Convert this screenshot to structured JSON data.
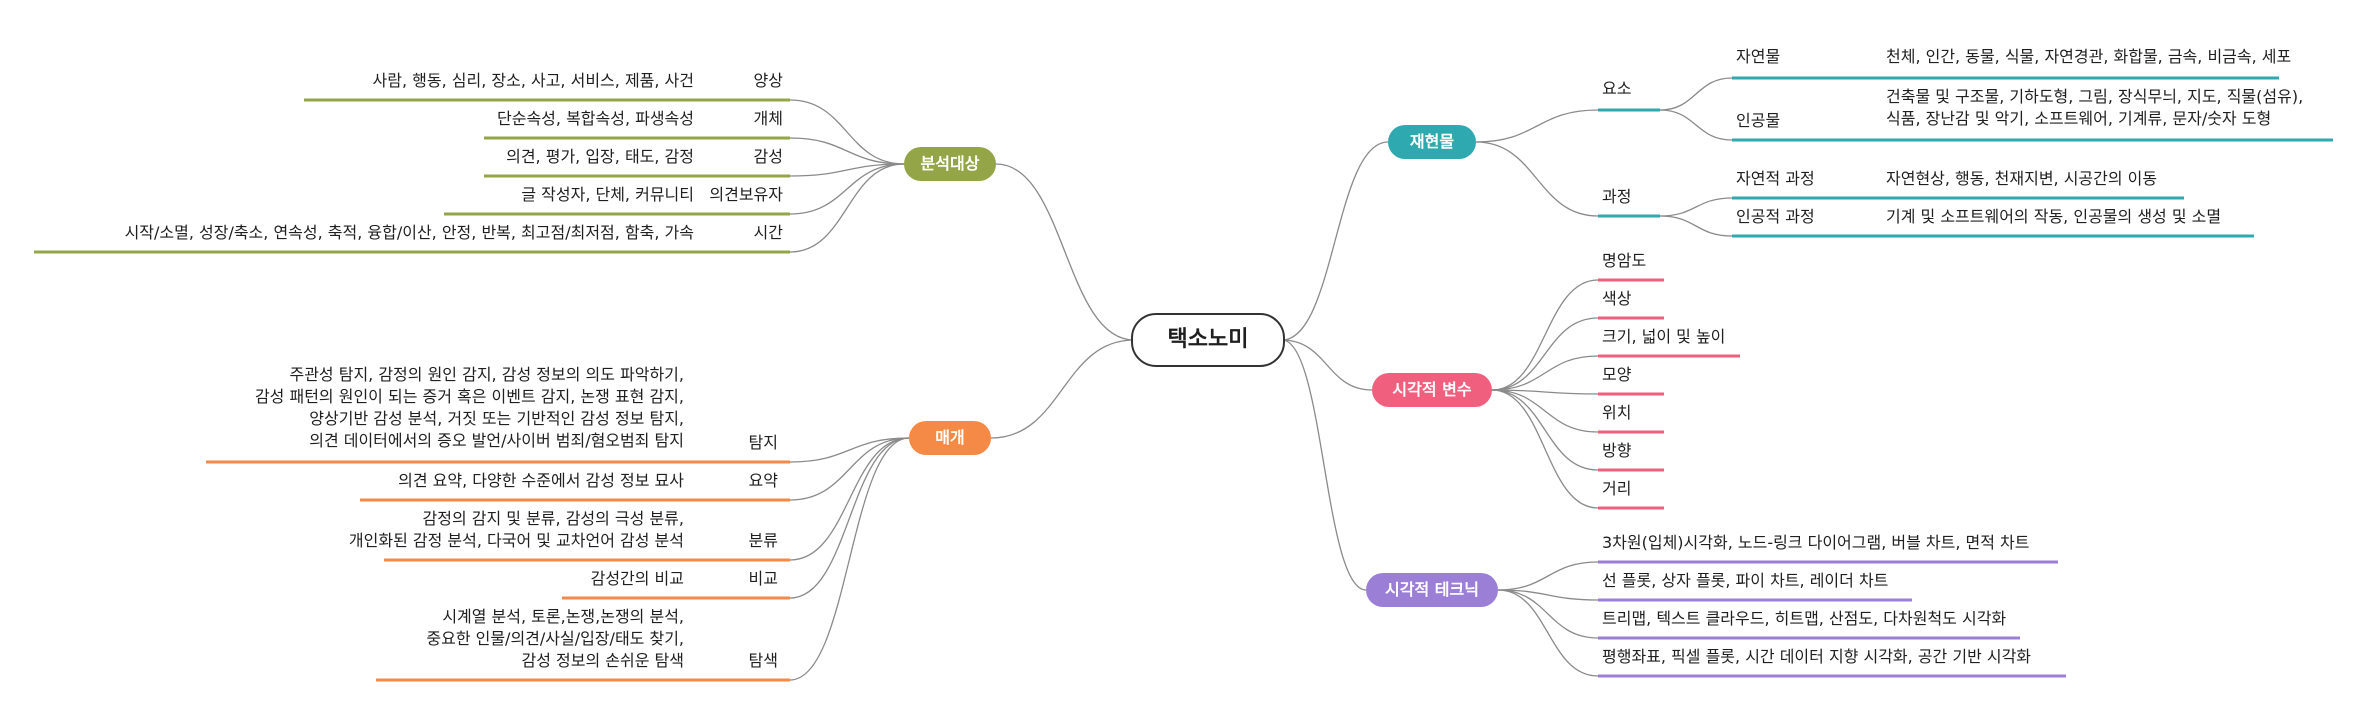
{
  "root": "택소노미",
  "colors": {
    "teal": "#2fa9b0",
    "pink": "#f0607e",
    "purple": "#9b7ed6",
    "olive": "#93a547",
    "orange": "#f58a46",
    "link": "#8a8a8a"
  },
  "right": {
    "jaehyeonmul": {
      "label": "재현물",
      "yoso": {
        "label": "요소",
        "jayeonmul": {
          "label": "자연물",
          "desc": "천체, 인간, 동물, 식물, 자연경관, 화합물, 금속, 비금속, 세포"
        },
        "ingongmul": {
          "label": "인공물",
          "desc": "건축물 및 구조물, 기하도형, 그림, 장식무늬, 지도, 직물(섬유),\n식품, 장난감 및 악기, 소프트웨어, 기계류, 문자/숫자 도형"
        }
      },
      "gwajeong": {
        "label": "과정",
        "natural": {
          "label": "자연적 과정",
          "desc": "자연현상, 행동, 천재지변, 시공간의 이동"
        },
        "artificial": {
          "label": "인공적 과정",
          "desc": "기계 및 소프트웨어의 작동, 인공물의 생성 및 소멸"
        }
      }
    },
    "visual_var": {
      "label": "시각적 변수",
      "items": [
        "명암도",
        "색상",
        "크기, 넓이 및 높이",
        "모양",
        "위치",
        "방향",
        "거리"
      ]
    },
    "visual_tech": {
      "label": "시각적 테크닉",
      "items": [
        "3차원(입체)시각화, 노드-링크 다이어그램, 버블 차트, 면적 차트",
        "선 플롯, 상자 플롯, 파이 차트, 레이더 차트",
        "트리맵, 텍스트 클라우드, 히트맵, 산점도, 다차원척도 시각화",
        "평행좌표, 픽셀 플롯, 시간 데이터 지향 시각화, 공간 기반 시각화"
      ]
    }
  },
  "left": {
    "target": {
      "label": "분석대상",
      "items": [
        {
          "label": "양상",
          "desc": "사람, 행동, 심리, 장소, 사고, 서비스, 제품, 사건"
        },
        {
          "label": "개체",
          "desc": "단순속성, 복합속성, 파생속성"
        },
        {
          "label": "감성",
          "desc": "의견, 평가, 입장, 태도, 감정"
        },
        {
          "label": "의견보유자",
          "desc": "글 작성자, 단체, 커뮤니티"
        },
        {
          "label": "시간",
          "desc": "시작/소멸, 성장/축소, 연속성, 축적, 융합/이산, 안정, 반복, 최고점/최저점, 함축, 가속"
        }
      ]
    },
    "medium": {
      "label": "매개",
      "items": [
        {
          "label": "탐지",
          "desc": "주관성 탐지, 감정의 원인 감지, 감성 정보의 의도 파악하기,\n감성 패턴의 원인이 되는 증거 혹은 이벤트 감지, 논쟁 표현 감지,\n양상기반 감성 분석, 거짓 또는 기반적인 감성 정보 탐지,\n의견 데이터에서의 증오 발언/사이버 범죄/혐오범죄 탐지"
        },
        {
          "label": "요약",
          "desc": "의견 요약, 다양한 수준에서 감성 정보 묘사"
        },
        {
          "label": "분류",
          "desc": "감정의 감지 및 분류, 감성의 극성 분류,\n개인화된 감정 분석, 다국어 및 교차언어 감성 분석"
        },
        {
          "label": "비교",
          "desc": "감성간의 비교"
        },
        {
          "label": "탐색",
          "desc": "시계열 분석, 토론,논쟁,논쟁의 분석,\n중요한 인물/의견/사실/입장/태도 찾기,\n감성 정보의 손쉬운 탐색"
        }
      ]
    }
  }
}
